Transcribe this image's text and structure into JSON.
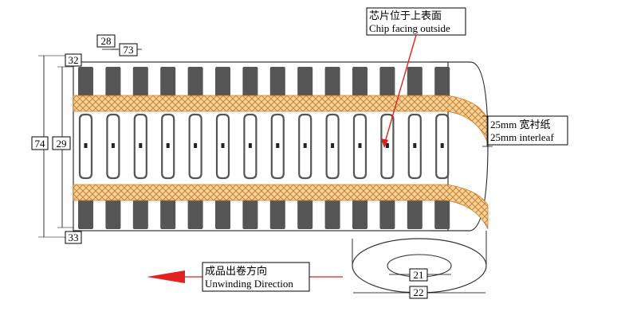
{
  "callout": {
    "line1": "芯片位于上表面",
    "line2": "Chip facing outside"
  },
  "dimensions": {
    "pitch": "28",
    "gap": "73",
    "top_margin": "32",
    "total_height": "74",
    "inner_height": "29",
    "bottom_margin": "33",
    "core_diameter": "21",
    "roll_diameter": "22"
  },
  "interleaf": {
    "line1": "25mm 宽衬纸",
    "line2": "25mm interleaf"
  },
  "direction": {
    "line1": "成品出卷方向",
    "line2": "Unwinding Direction"
  },
  "labels_on_web": 14,
  "colors": {
    "interleaf_fill": "#f2c98a",
    "interleaf_mesh": "#c8791a",
    "antenna": "#555555",
    "arrow": "#e32020"
  }
}
